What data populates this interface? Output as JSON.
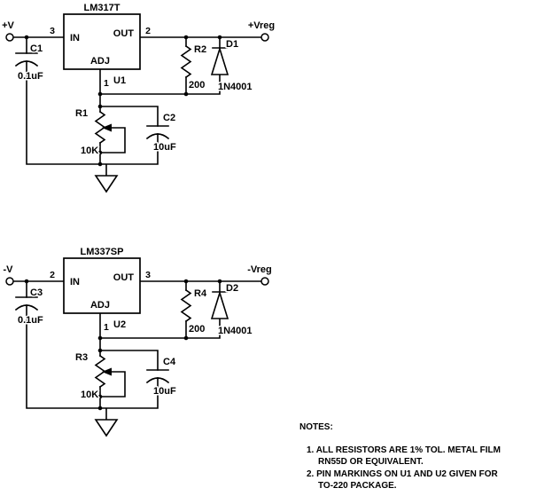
{
  "canvas": {
    "background": "#ffffff",
    "ink": "#000000"
  },
  "circuits": [
    {
      "name": "positive-regulator",
      "ic": {
        "title": "LM317T",
        "ref": "U1",
        "pin_in": "3",
        "pin_out": "2",
        "pin_adj": "1",
        "in_label": "IN",
        "out_label": "OUT",
        "adj_label": "ADJ"
      },
      "input_terminal": "+V",
      "output_terminal": "+Vreg",
      "input_cap": {
        "ref": "C1",
        "value": "0.1uF"
      },
      "output_res": {
        "ref": "R2",
        "value": "200"
      },
      "diode": {
        "ref": "D1",
        "value": "1N4001"
      },
      "pot": {
        "ref": "R1",
        "value": "10K"
      },
      "adj_cap": {
        "ref": "C2",
        "value": "10uF"
      }
    },
    {
      "name": "negative-regulator",
      "ic": {
        "title": "LM337SP",
        "ref": "U2",
        "pin_in": "2",
        "pin_out": "3",
        "pin_adj": "1",
        "in_label": "IN",
        "out_label": "OUT",
        "adj_label": "ADJ"
      },
      "input_terminal": "-V",
      "output_terminal": "-Vreg",
      "input_cap": {
        "ref": "C3",
        "value": "0.1uF"
      },
      "output_res": {
        "ref": "R4",
        "value": "200"
      },
      "diode": {
        "ref": "D2",
        "value": "1N4001"
      },
      "pot": {
        "ref": "R3",
        "value": "10K"
      },
      "adj_cap": {
        "ref": "C4",
        "value": "10uF"
      }
    }
  ],
  "notes": {
    "title": "NOTES:",
    "lines": [
      "1. ALL RESISTORS ARE 1% TOL. METAL FILM",
      "RN55D OR EQUIVALENT.",
      "2. PIN MARKINGS ON U1 AND U2 GIVEN FOR",
      "TO-220 PACKAGE."
    ]
  }
}
